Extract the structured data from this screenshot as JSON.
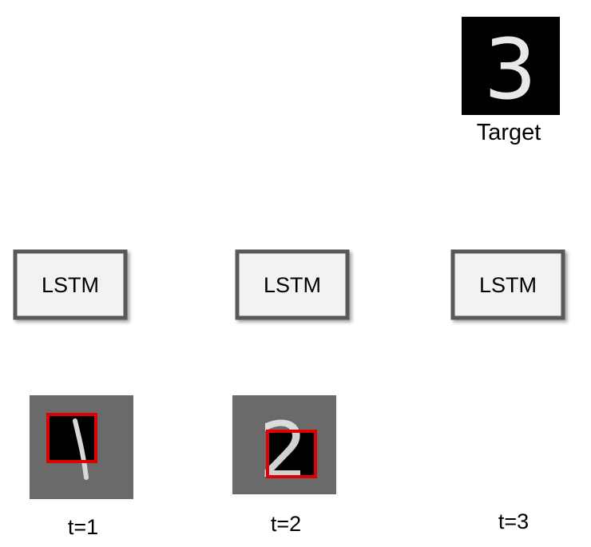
{
  "nodes": [
    {
      "label": "LSTM",
      "step": "t=1",
      "glimpse_digit": "1"
    },
    {
      "label": "LSTM",
      "step": "t=2",
      "glimpse_digit": "2"
    },
    {
      "label": "LSTM",
      "step": "t=3"
    }
  ],
  "target": {
    "label": "Target",
    "digit": "3"
  },
  "colors": {
    "node_fill": "#f2f2f2",
    "node_border": "#595959",
    "recurrent_arrow": "#3e6596",
    "input_arrow": "#000000",
    "glimpse_box": "#e00000",
    "input_image_bg": "#6a6a6a",
    "target_image_bg": "#000000"
  }
}
